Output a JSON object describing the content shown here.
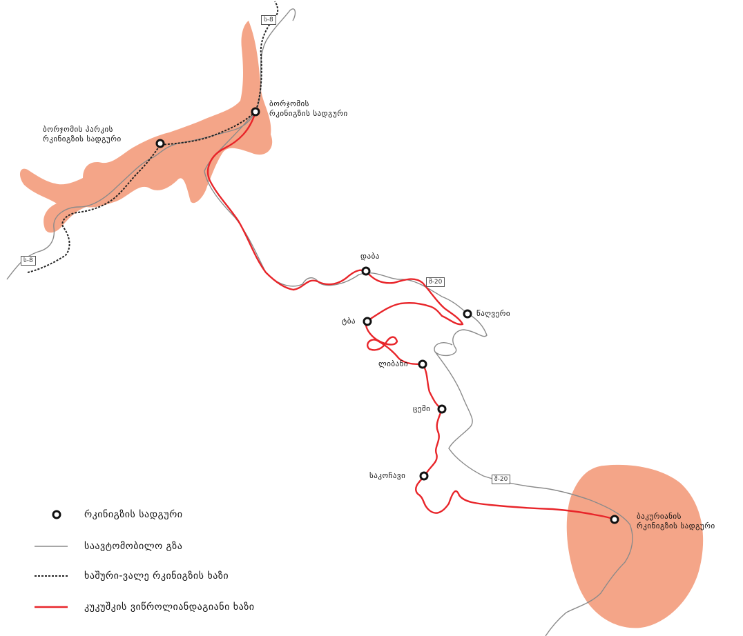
{
  "colors": {
    "area_fill": "#f4a588",
    "road": "#8a8a8a",
    "railway": "#222222",
    "narrow_gauge": "#e8252a",
    "station_ring": "#111111"
  },
  "road_shields": {
    "s8_top": "ს-8",
    "s8_bottom": "ს-8",
    "sh20_mid": "შ-20",
    "sh20_low": "შ-20"
  },
  "stations": {
    "borjomi": "ბორჯომის\nრკინიგზის სადგური",
    "borjomi_park": "ბორჯომის პარკის\nრკინიგზის სადგური",
    "tsaghveri": "წაღვერი",
    "daba": "დაბა",
    "tba": "ტბა",
    "libani": "ლიბანი",
    "tsemi": "ცემი",
    "sakochavi": "საკოჩავი",
    "bakuriani": "ბაკურიანის\nრკინიგზის სადგური"
  },
  "legend": {
    "station": "რკინიგზის სადგური",
    "road": "საავტომობილო გზა",
    "railway": "ხაშური-ვალე რკინიგზის ხაზი",
    "narrow_gauge": "კუკუშკის ვიწროლიანდაგიანი ხაზი"
  }
}
